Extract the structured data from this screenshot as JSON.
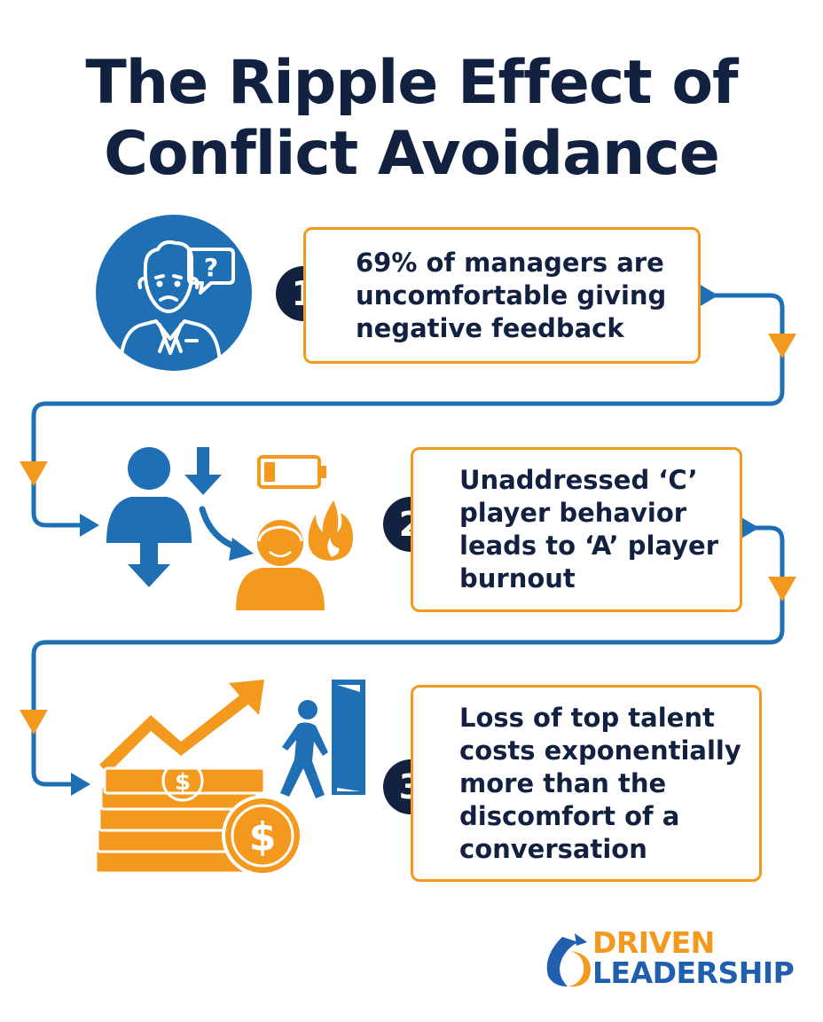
{
  "title": {
    "line1": "The Ripple Effect of",
    "line2": "Conflict Avoidance"
  },
  "colors": {
    "navy": "#12213f",
    "blue": "#1f6fb5",
    "orange": "#f39a1e",
    "white": "#ffffff"
  },
  "steps": [
    {
      "number": "1",
      "text": "69% of managers are uncomfortable giving negative feedback",
      "icon": "uncomfortable-manager-icon"
    },
    {
      "number": "2",
      "text": "Unaddressed ‘C’ player behavior leads to ‘A’ player burnout",
      "icon": "burnout-people-icon"
    },
    {
      "number": "3",
      "text": "Loss of top talent costs exponentially more than the discomfort of a conversation",
      "icon": "money-cost-icon"
    }
  ],
  "logo": {
    "line1": "DRIVEN",
    "line2": "LEADERSHIP",
    "icon": "driven-leadership-logo-icon"
  }
}
